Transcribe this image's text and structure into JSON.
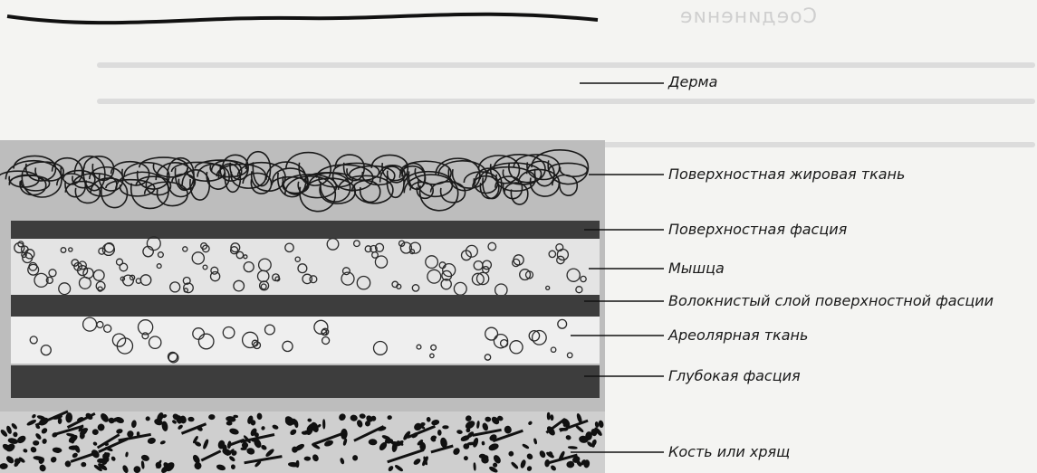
{
  "labels": {
    "dermis": "Дерма",
    "superficial_fat": "Поверхностная жировая ткань",
    "superficial_fascia": "Поверхностная фасция",
    "muscle": "Мышца",
    "fibrous_layer": "Волокнистый слой поверхностной фасции",
    "areolar_tissue": "Ареолярная ткань",
    "deep_fascia": "Глубокая фасция",
    "bone_or_cartilage": "Кость или хрящ"
  },
  "bleed_through": {
    "heading": "Соединение"
  },
  "colors": {
    "background": "#f4f4f2",
    "band_gray": "#b9b9b9",
    "band_light": "#e9e9e9",
    "dark_band": "#3d3d3d",
    "line": "#111111"
  }
}
